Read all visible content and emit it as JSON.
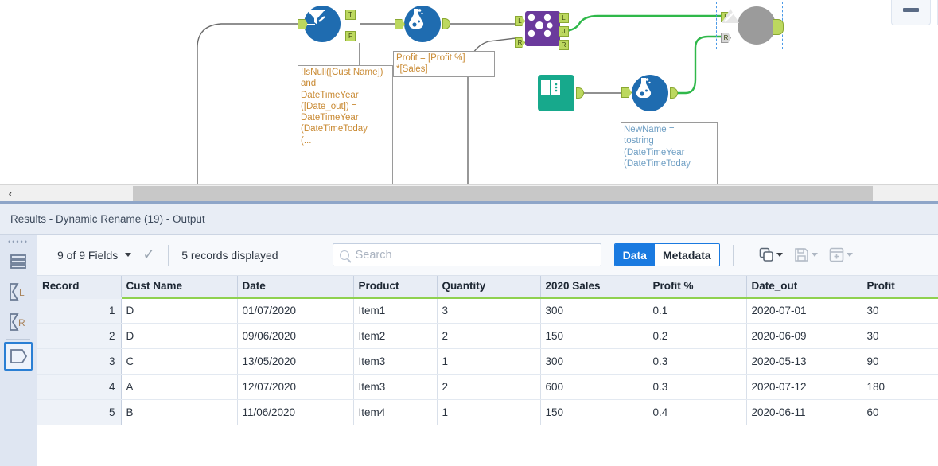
{
  "window": {
    "minimize_label": "minimize"
  },
  "canvas": {
    "tools": [
      {
        "name": "filter-tool",
        "type": "filter",
        "ports_out": [
          "T",
          "F"
        ]
      },
      {
        "name": "formula-tool-top",
        "type": "formula",
        "ports_out": [
          ""
        ]
      },
      {
        "name": "join-tool",
        "type": "join",
        "ports_out": [
          "L",
          "J",
          "R"
        ],
        "ports_in": [
          "L",
          "R"
        ]
      },
      {
        "name": "dynamic-rename-tool",
        "type": "rename",
        "ports_in": [
          "L",
          "R"
        ],
        "selected": true
      },
      {
        "name": "text-input-tool",
        "type": "text-input",
        "ports_out": [
          ""
        ]
      },
      {
        "name": "formula-tool-bottom",
        "type": "formula",
        "ports_out": [
          ""
        ]
      }
    ],
    "annotations": [
      {
        "name": "filter-expression-annotation",
        "text": "!IsNull([Cust Name])\nand\nDateTimeYear\n([Date_out]) =\nDateTimeYear\n(DateTimeToday\n(..."
      },
      {
        "name": "profit-formula-annotation",
        "text": "Profit = [Profit %]\n*[Sales]"
      },
      {
        "name": "newname-formula-annotation",
        "text": "NewName =\ntostring\n(DateTimeYear\n(DateTimeToday"
      }
    ]
  },
  "results": {
    "title": "Results - Dynamic Rename (19) - Output",
    "toolbar": {
      "fields_label": "9 of 9 Fields",
      "records_label": "5 records displayed",
      "search_placeholder": "Search",
      "view_data": "Data",
      "view_metadata": "Metadata",
      "active_view": "Data",
      "accent_color": "#1a7ae0",
      "copy_icon": "copy-icon",
      "save_icon": "save-icon",
      "add-table_icon": "add-to-table-icon"
    },
    "rail": [
      {
        "name": "rail-item-rows",
        "icon": "rows-icon",
        "selected": false
      },
      {
        "name": "rail-item-sum-l",
        "icon": "sum-left-icon",
        "label": "L",
        "selected": false
      },
      {
        "name": "rail-item-sum-r",
        "icon": "sum-right-icon",
        "label": "R",
        "selected": false
      },
      {
        "name": "rail-item-output",
        "icon": "output-icon",
        "selected": true
      }
    ],
    "table": {
      "columns": [
        "Record",
        "Cust Name",
        "Date",
        "Product",
        "Quantity",
        "2020 Sales",
        "Profit %",
        "Date_out",
        "Profit"
      ],
      "rows": [
        [
          "1",
          "D",
          "01/07/2020",
          "Item1",
          "3",
          "300",
          "0.1",
          "2020-07-01",
          "30"
        ],
        [
          "2",
          "D",
          "09/06/2020",
          "Item2",
          "2",
          "150",
          "0.2",
          "2020-06-09",
          "30"
        ],
        [
          "3",
          "C",
          "13/05/2020",
          "Item3",
          "1",
          "300",
          "0.3",
          "2020-05-13",
          "90"
        ],
        [
          "4",
          "A",
          "12/07/2020",
          "Item3",
          "2",
          "600",
          "0.3",
          "2020-07-12",
          "180"
        ],
        [
          "5",
          "B",
          "11/06/2020",
          "Item4",
          "1",
          "150",
          "0.4",
          "2020-06-11",
          "60"
        ]
      ]
    }
  },
  "scrollbar": {
    "left_chevron": "‹"
  }
}
